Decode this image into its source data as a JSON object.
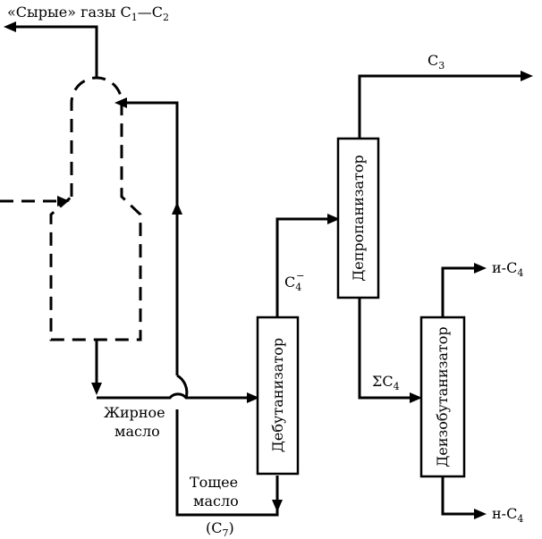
{
  "labels": {
    "raw_gases": "«Сырые» газы С",
    "raw_gases_sub1": "1",
    "raw_gases_dash": "—С",
    "raw_gases_sub2": "2",
    "c3": "С",
    "c3_sub": "3",
    "c4_minus": "С",
    "c4_minus_sub": "4",
    "c4_minus_sup": "−",
    "sum_c4": "ΣС",
    "sum_c4_sub": "4",
    "iso_c4": "и-С",
    "iso_c4_sub": "4",
    "n_c4": "н-С",
    "n_c4_sub": "4",
    "rich_oil_1": "Жирное",
    "rich_oil_2": "масло",
    "lean_oil_1": "Тощее",
    "lean_oil_2": "масло",
    "lean_oil_3": "(С",
    "lean_oil_3_sub": "7",
    "lean_oil_3_end": ")"
  },
  "columns": {
    "debutanizer": "Дебутанизатор",
    "depropanizer": "Депропанизатор",
    "deisobutanizer": "Деизобутанизатор"
  }
}
